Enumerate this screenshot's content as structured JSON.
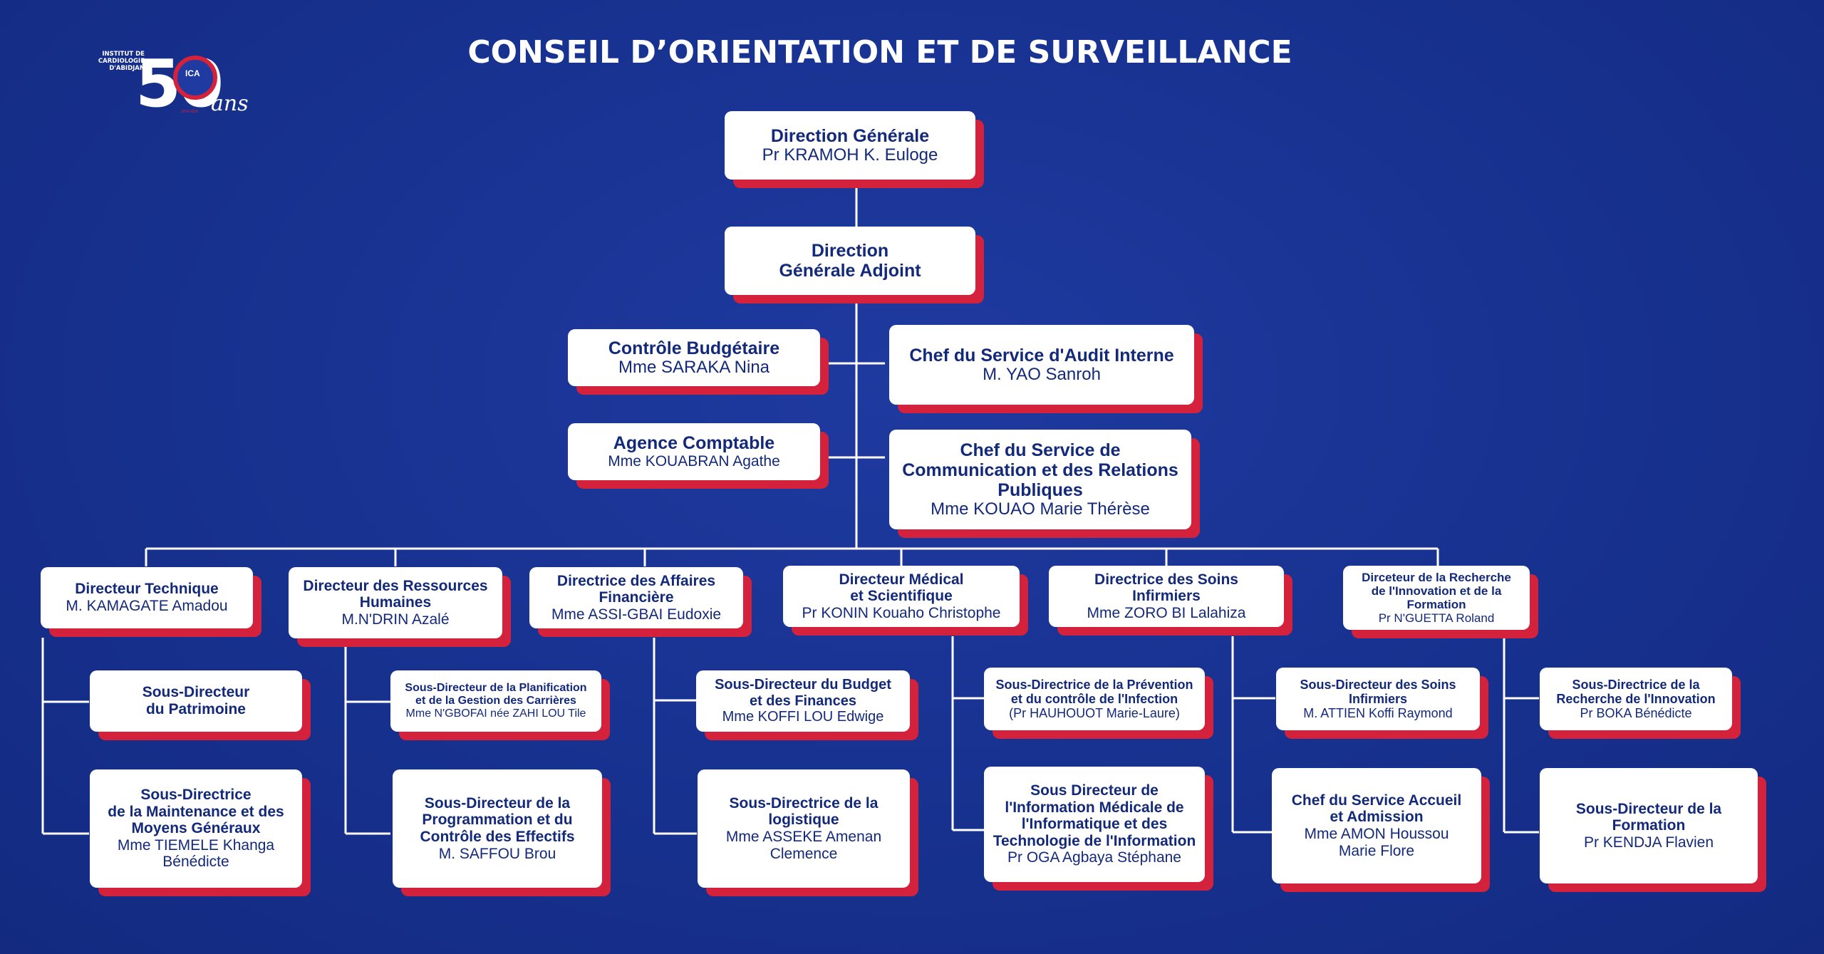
{
  "header": {
    "title": "CONSEIL D’ORIENTATION ET DE SURVEILLANCE"
  },
  "logo": {
    "text": "INSTITUT DE\nCARDIOLOGIE\nD'ABIDJAN",
    "number": "50",
    "acronym": "ICA",
    "suffix": "ans",
    "years": "1976-2026"
  },
  "top": {
    "dg": {
      "title": "Direction Générale",
      "name": "Pr KRAMOH K. Euloge"
    },
    "dga": {
      "title": "Direction\nGénérale Adjoint"
    }
  },
  "staff": {
    "controle": {
      "title": "Contrôle Budgétaire",
      "name": "Mme SARAKA Nina"
    },
    "audit": {
      "title": "Chef du Service d'Audit Interne",
      "name": "M. YAO Sanroh"
    },
    "agence": {
      "title": "Agence Comptable",
      "name": "Mme KOUABRAN Agathe"
    },
    "communication": {
      "title": "Chef du Service de\nCommunication et des Relations\nPubliques",
      "name": "Mme KOUAO Marie Thérèse"
    }
  },
  "directors": [
    {
      "title": "Directeur Technique",
      "name": "M. KAMAGATE Amadou"
    },
    {
      "title": "Directeur des Ressources\nHumaines",
      "name": "M.N'DRIN Azalé"
    },
    {
      "title": "Directrice des Affaires\nFinancière",
      "name": "Mme ASSI-GBAI Eudoxie"
    },
    {
      "title": "Directeur Médical\net Scientifique",
      "name": "Pr KONIN Kouaho Christophe"
    },
    {
      "title": "Directrice des Soins\nInfirmiers",
      "name": "Mme ZORO BI Lalahiza"
    },
    {
      "title": "Dirceteur de la Recherche\nde l'Innovation et de la\nFormation",
      "name": "Pr N'GUETTA Roland"
    }
  ],
  "subs": [
    [
      {
        "title": "Sous-Directeur\ndu Patrimoine",
        "name": ""
      },
      {
        "title": "Sous-Directrice\nde la Maintenance et des\nMoyens Généraux",
        "name": "Mme TIEMELE Khanga\nBénédicte"
      }
    ],
    [
      {
        "title": "Sous-Directeur de la Planification\net de la Gestion des Carrières",
        "name": "Mme N'GBOFAI  née ZAHI LOU Tile"
      },
      {
        "title": "Sous-Directeur de la\nProgrammation et du\nContrôle des Effectifs",
        "name": "M. SAFFOU Brou"
      }
    ],
    [
      {
        "title": "Sous-Directeur du Budget\net des Finances",
        "name": "Mme KOFFI LOU Edwige"
      },
      {
        "title": "Sous-Directrice de la\nlogistique",
        "name": "Mme ASSEKE Amenan\nClemence"
      }
    ],
    [
      {
        "title": "Sous-Directrice de la Prévention\net du contrôle de l'Infection",
        "name": "(Pr HAUHOUOT Marie-Laure)"
      },
      {
        "title": "Sous Directeur de\nl'Information Médicale de\nl'Informatique et des\nTechnologie de l'Information",
        "name": "Pr OGA Agbaya Stéphane"
      }
    ],
    [
      {
        "title": "Sous-Directeur des Soins\nInfirmiers",
        "name": "M. ATTIEN Koffi Raymond"
      },
      {
        "title": "Chef du Service Accueil\net Admission",
        "name": "Mme AMON Houssou\nMarie Flore"
      }
    ],
    [
      {
        "title": "Sous-Directrice de la\nRecherche de l'Innovation",
        "name": "Pr BOKA Bénédicte"
      },
      {
        "title": "Sous-Directeur de la\nFormation",
        "name": "Pr KENDJA Flavien"
      }
    ]
  ]
}
